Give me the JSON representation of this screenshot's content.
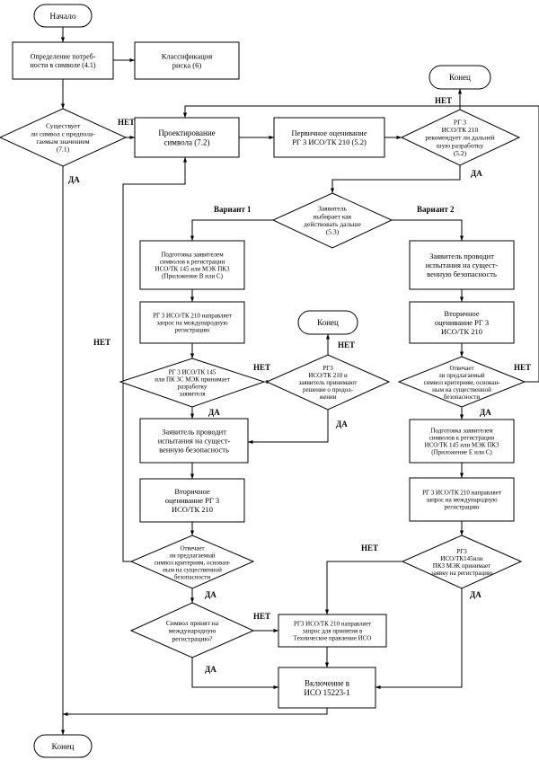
{
  "flowchart": {
    "nodes": {
      "start": {
        "lines": [
          "Начало"
        ]
      },
      "needs": {
        "lines": [
          "Определение потреб-",
          "ности в символе (4.1)"
        ]
      },
      "risk": {
        "lines": [
          "Классификация",
          "риска (6)"
        ]
      },
      "exists": {
        "lines": [
          "Существует",
          "ли символ с предпола-",
          "гаемым  значением",
          "(7.1)"
        ]
      },
      "design": {
        "lines": [
          "Проектирование",
          "символа (7.2)"
        ]
      },
      "initial_eval": {
        "lines": [
          "Первичное оценивание",
          "РГ 3 ИСО/ТК 210 (5.2)"
        ]
      },
      "recommend": {
        "lines": [
          "РГ 3",
          "ИСО/ТК 210",
          "рекомендует ли дальней",
          "шую разработку",
          "(5.2)"
        ]
      },
      "end_top": {
        "lines": [
          "Конец"
        ]
      },
      "applicant_choice": {
        "lines": [
          "Заявитель",
          "выбирает как",
          "действовать дальше",
          "(5.3)"
        ]
      },
      "v1_prepare": {
        "lines": [
          "Подготовка заявителем",
          "символов к регистрации",
          "ИСО/ТК 145 или МЭК ПК3",
          "(Приложение В или С)"
        ]
      },
      "v1_request": {
        "lines": [
          "РГ 3 ИСО/ТК 210 направляет",
          "запрос на международную",
          "регистрацию"
        ]
      },
      "v1_accept": {
        "lines": [
          "РГ 3 ИСО/ТК 145",
          "или ПК 3С МЭК  принимает",
          "разработку",
          "заявителя"
        ]
      },
      "v1_decision": {
        "lines": [
          "РГ3",
          "ИСО/ТК 210 и",
          "заявитель  принимают",
          "решение о  продол-",
          "жении"
        ]
      },
      "end_mid": {
        "lines": [
          "Конец"
        ]
      },
      "v1_test": {
        "lines": [
          "Заявитель проводит",
          "испытания на сущест-",
          "венную безопасность"
        ]
      },
      "v1_secondary": {
        "lines": [
          "Вторичное",
          "оценивание РГ 3",
          "ИСО/ТК 210"
        ]
      },
      "v1_criteria": {
        "lines": [
          "Отвечает",
          "ли предлагаемый",
          "символ критериям, основан-",
          "ным на существенной",
          "безопасности"
        ]
      },
      "v1_registered": {
        "lines": [
          "Символ принят на",
          "международную",
          "регистрацию?"
        ]
      },
      "to_tech": {
        "lines": [
          "РГ3 ИСО/ТК 210 направляет",
          "запрос для принятия в",
          "Техническое правление ИСО"
        ]
      },
      "inclusion": {
        "lines": [
          "Включение в",
          "ИСО 15223-1"
        ]
      },
      "end_bottom": {
        "lines": [
          "Конец"
        ]
      },
      "v2_test": {
        "lines": [
          "Заявитель проводит",
          "испытания на сущест-",
          "венную безопасность"
        ]
      },
      "v2_secondary": {
        "lines": [
          "Вторичное",
          "оценивание РГ 3",
          "ИСО/ТК 210"
        ]
      },
      "v2_criteria": {
        "lines": [
          "Отвечает",
          "ли предлагаемый",
          "символ критериям, основан-",
          "ным на существенной",
          "безопасности"
        ]
      },
      "v2_prepare": {
        "lines": [
          "Подготовка заявителем",
          "символов к регистрации",
          "ИСО/ТК 145 или МЭК ПК3",
          "(Приложение Е или С)"
        ]
      },
      "v2_request": {
        "lines": [
          "РГ 3 ИСО/ТК 210 направляет",
          "запрос на международную",
          "регистрацию"
        ]
      },
      "v2_accept": {
        "lines": [
          "РГ3",
          "ИСО/ТК145или",
          "ПК3 МЭК  принимает",
          "заявку на регистрацию"
        ]
      }
    },
    "labels": {
      "variant1": "Вариант 1",
      "variant2": "Вариант 2",
      "yes": "ДА",
      "no": "НЕТ"
    }
  }
}
